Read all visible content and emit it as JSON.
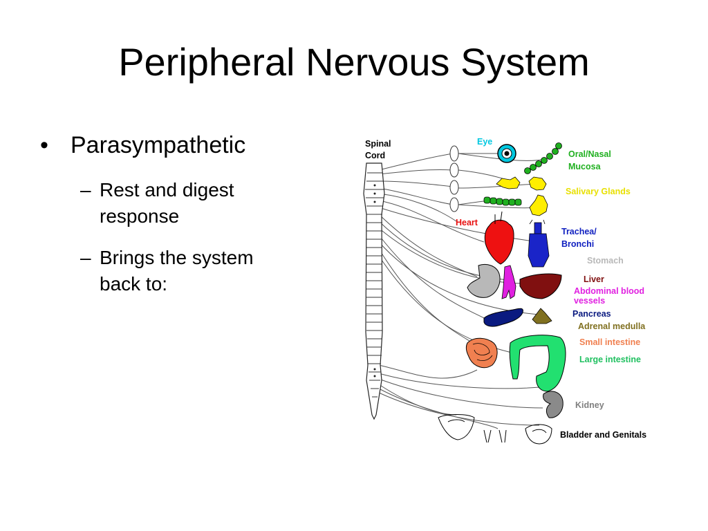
{
  "slide": {
    "title": "Peripheral Nervous System",
    "bullet": "Parasympathetic",
    "sub_bullets": [
      {
        "line1": "Rest and digest",
        "line2": "response"
      },
      {
        "line1": "Brings the system",
        "line2": "back to:"
      }
    ],
    "bullet_marker": "•",
    "sub_marker": "–"
  },
  "diagram": {
    "spinal_cord_line1": "Spinal",
    "spinal_cord_line2": "Cord",
    "labels": {
      "eye": "Eye",
      "oral_nasal_1": "Oral/Nasal",
      "oral_nasal_2": "Mucosa",
      "salivary": "Salivary Glands",
      "heart": "Heart",
      "trachea_1": "Trachea/",
      "trachea_2": "Bronchi",
      "stomach": "Stomach",
      "liver": "Liver",
      "abdominal_1": "Abdominal blood",
      "abdominal_2": "vessels",
      "pancreas": "Pancreas",
      "adrenal": "Adrenal medulla",
      "small_intestine": "Small intestine",
      "large_intestine": "Large intestine",
      "kidney": "Kidney",
      "bladder": "Bladder and Genitals"
    },
    "colors": {
      "eye": "#00c8e0",
      "oral_nasal": "#20b020",
      "salivary": "#e8e000",
      "heart": "#e81010",
      "trachea": "#1020c0",
      "stomach": "#b8b8b8",
      "liver": "#801010",
      "abdominal": "#e020e0",
      "pancreas": "#0a1a80",
      "adrenal": "#807020",
      "small_intestine": "#f08050",
      "large_intestine": "#20e060",
      "kidney": "#808080",
      "bladder": "#000000"
    }
  }
}
